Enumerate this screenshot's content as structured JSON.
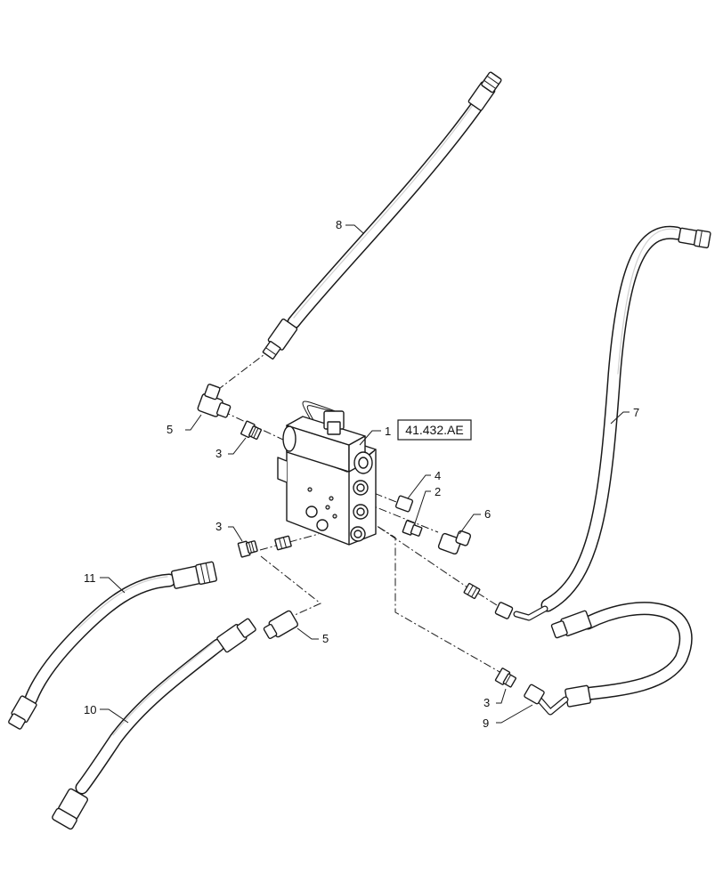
{
  "callouts": [
    {
      "id": "c1",
      "text": "1"
    },
    {
      "id": "c2",
      "text": "2"
    },
    {
      "id": "c3a",
      "text": "3"
    },
    {
      "id": "c3b",
      "text": "3"
    },
    {
      "id": "c3c",
      "text": "3"
    },
    {
      "id": "c4",
      "text": "4"
    },
    {
      "id": "c5a",
      "text": "5"
    },
    {
      "id": "c5b",
      "text": "5"
    },
    {
      "id": "c6",
      "text": "6"
    },
    {
      "id": "c7",
      "text": "7"
    },
    {
      "id": "c8",
      "text": "8"
    },
    {
      "id": "c9",
      "text": "9"
    },
    {
      "id": "c10",
      "text": "10"
    },
    {
      "id": "c11",
      "text": "11"
    }
  ],
  "reference_box": {
    "text": "41.432.AE"
  }
}
